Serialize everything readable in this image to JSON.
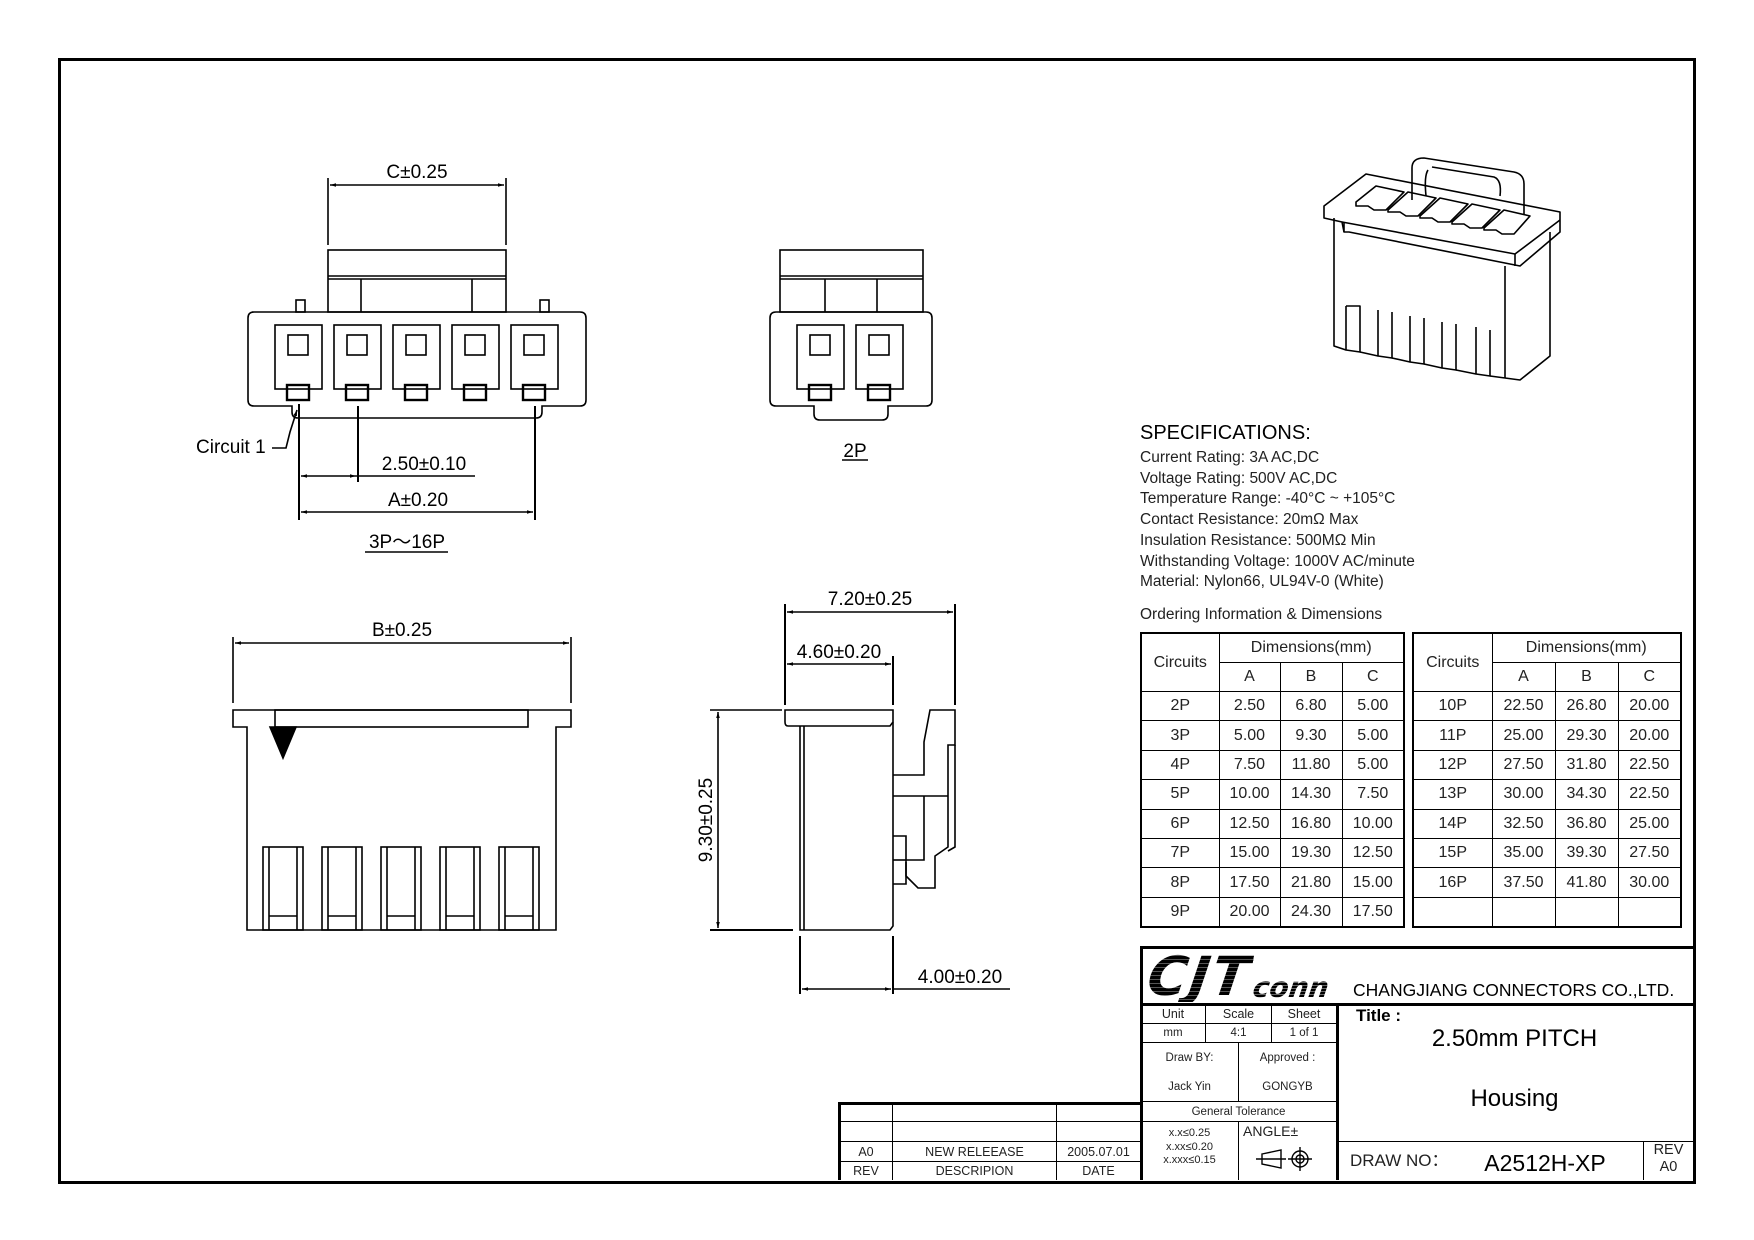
{
  "drawing": {
    "views": {
      "front_view": {
        "label": "3P～16P",
        "dim_c": "C±0.25",
        "dim_pitch": "2.50±0.10",
        "dim_a": "A±0.20",
        "circuit_label": "Circuit 1",
        "circuits_shown": 5
      },
      "two_pin_view": {
        "label": "2P",
        "circuits_shown": 2
      },
      "bottom_view": {
        "dim_b": "B±0.25",
        "circuits_shown": 5
      },
      "side_view": {
        "dim_width": "7.20±0.25",
        "dim_body": "4.60±0.20",
        "dim_height": "9.30±0.25",
        "dim_bottom": "4.00±0.20"
      },
      "isometric_view": {
        "circuits_shown": 5
      }
    }
  },
  "specifications": {
    "title": "SPECIFICATIONS:",
    "items": [
      "Current Rating: 3A AC,DC",
      "Voltage Rating: 500V AC,DC",
      "Temperature Range: -40°C ~ +105°C",
      "Contact Resistance: 20mΩ Max",
      "Insulation Resistance: 500MΩ Min",
      "Withstanding Voltage: 1000V AC/minute",
      "Material: Nylon66, UL94V-0 (White)"
    ]
  },
  "ordering": {
    "title": "Ordering Information & Dimensions",
    "headers": {
      "circuits": "Circuits",
      "dimensions": "Dimensions(mm)",
      "a": "A",
      "b": "B",
      "c": "C"
    },
    "left_rows": [
      [
        "2P",
        "2.50",
        "6.80",
        "5.00"
      ],
      [
        "3P",
        "5.00",
        "9.30",
        "5.00"
      ],
      [
        "4P",
        "7.50",
        "11.80",
        "5.00"
      ],
      [
        "5P",
        "10.00",
        "14.30",
        "7.50"
      ],
      [
        "6P",
        "12.50",
        "16.80",
        "10.00"
      ],
      [
        "7P",
        "15.00",
        "19.30",
        "12.50"
      ],
      [
        "8P",
        "17.50",
        "21.80",
        "15.00"
      ],
      [
        "9P",
        "20.00",
        "24.30",
        "17.50"
      ]
    ],
    "right_rows": [
      [
        "10P",
        "22.50",
        "26.80",
        "20.00"
      ],
      [
        "11P",
        "25.00",
        "29.30",
        "20.00"
      ],
      [
        "12P",
        "27.50",
        "31.80",
        "22.50"
      ],
      [
        "13P",
        "30.00",
        "34.30",
        "22.50"
      ],
      [
        "14P",
        "32.50",
        "36.80",
        "25.00"
      ],
      [
        "15P",
        "35.00",
        "39.30",
        "27.50"
      ],
      [
        "16P",
        "37.50",
        "41.80",
        "30.00"
      ],
      [
        "",
        "",
        "",
        ""
      ]
    ]
  },
  "title_block": {
    "logo_main": "CJT",
    "logo_sub": "conn",
    "company": "CHANGJIANG CONNECTORS CO.,LTD.",
    "unit_label": "Unit",
    "unit_value": "mm",
    "scale_label": "Scale",
    "scale_value": "4:1",
    "sheet_label": "Sheet",
    "sheet_value": "1 of 1",
    "draw_by_label": "Draw BY:",
    "draw_by_value": "Jack Yin",
    "approved_label": "Approved :",
    "approved_value": "GONGYB",
    "general_tolerance_label": "General Tolerance",
    "tolerances": [
      "x.x≤0.25",
      "x.xx≤0.20",
      "x.xxx≤0.15"
    ],
    "angle_label": "ANGLE±",
    "title_label": "Title :",
    "title_line1": "2.50mm PITCH",
    "title_line2": "Housing",
    "draw_no_label": "DRAW NO：",
    "draw_no_value": "A2512H-XP",
    "rev_label": "REV",
    "rev_value": "A0"
  },
  "revision_table": {
    "rows": [
      [
        "",
        "",
        ""
      ],
      [
        "",
        "",
        ""
      ],
      [
        "A0",
        "NEW RELEEASE",
        "2005.07.01"
      ]
    ],
    "headers": [
      "REV",
      "DESCRIPION",
      "DATE"
    ]
  }
}
